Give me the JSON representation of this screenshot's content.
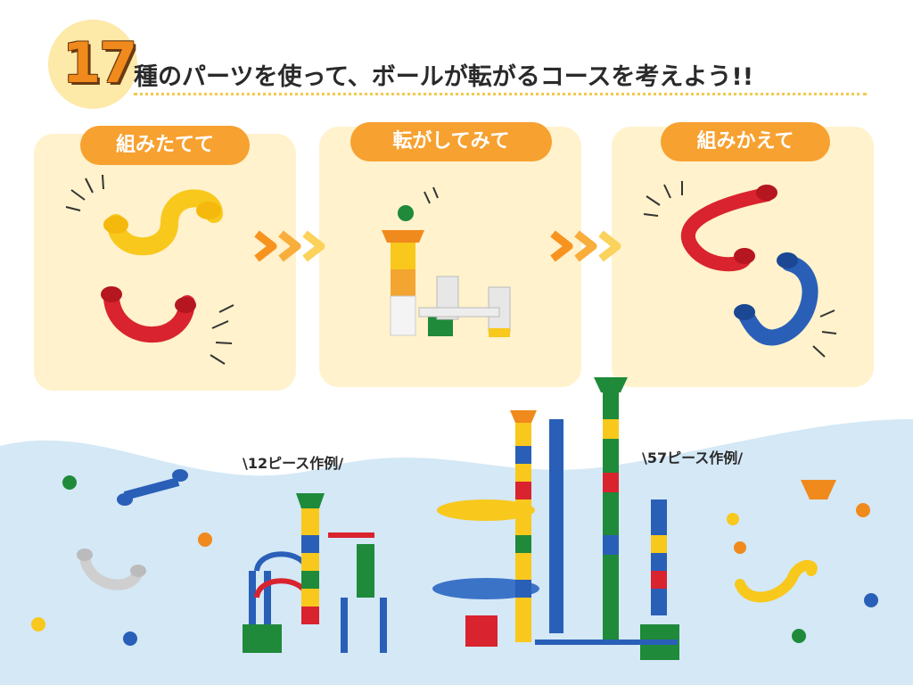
{
  "badge": {
    "number": "17"
  },
  "headline": "種のパーツを使って、ボールが転がるコースを考えよう!!",
  "steps": [
    {
      "label": "組みたてて"
    },
    {
      "label": "転がしてみて"
    },
    {
      "label": "組みかえて"
    }
  ],
  "samples": [
    {
      "label": "\\12ピース作例/"
    },
    {
      "label": "\\57ピース作例/"
    }
  ],
  "colors": {
    "accent_orange": "#f7a131",
    "panel_cream": "#fff2cc",
    "water_blue": "#cfe6f5",
    "part_red": "#d9232e",
    "part_blue": "#2a5fb8",
    "part_yellow": "#f8c81c",
    "part_green": "#1f8a3a"
  }
}
